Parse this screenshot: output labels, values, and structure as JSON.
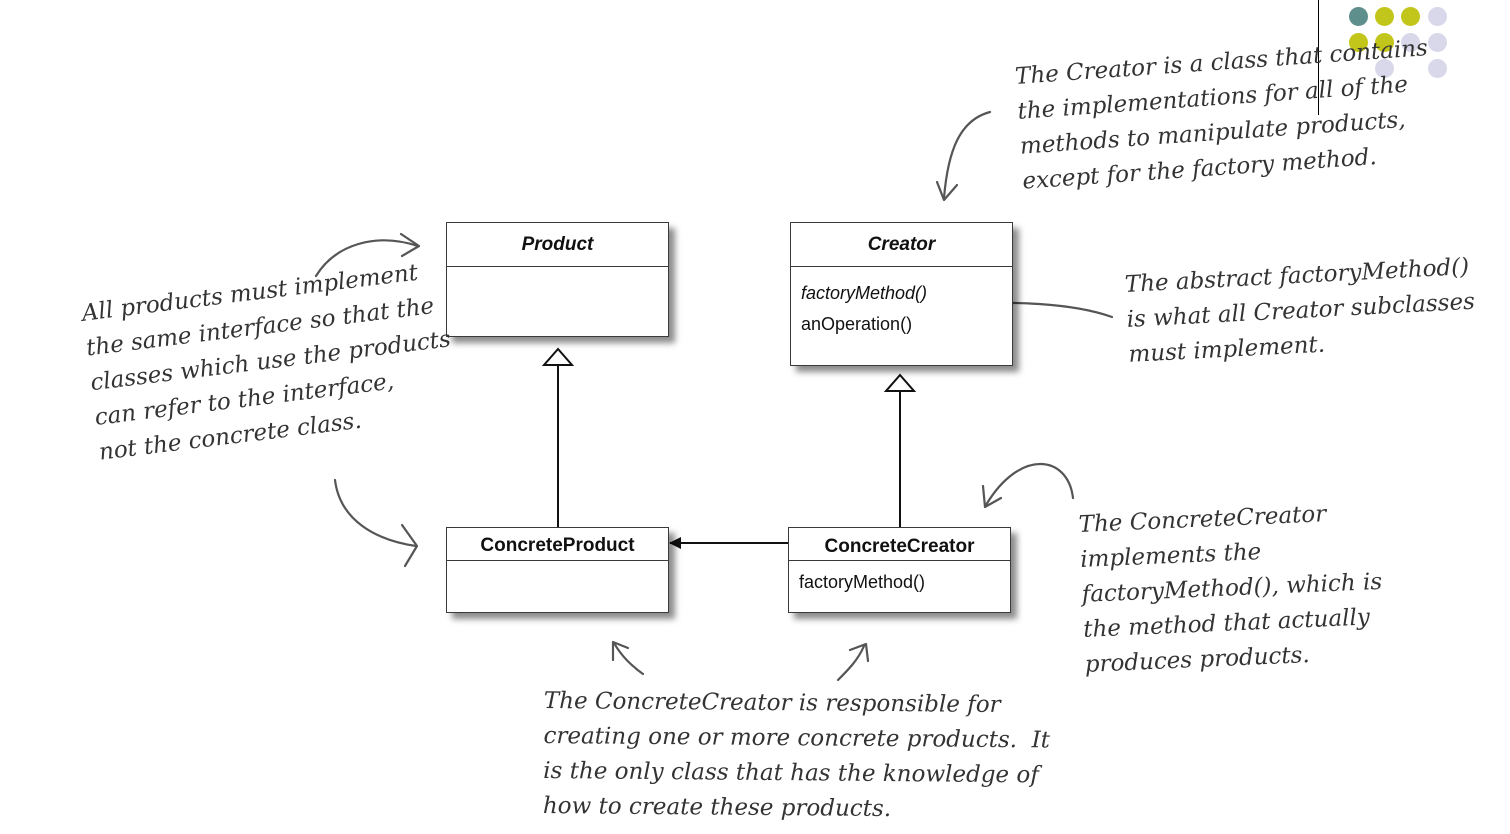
{
  "classes": {
    "product": {
      "name": "Product"
    },
    "creator": {
      "name": "Creator",
      "methods": [
        "factoryMethod()",
        "anOperation()"
      ]
    },
    "concrete_product": {
      "name": "ConcreteProduct"
    },
    "concrete_creator": {
      "name": "ConcreteCreator",
      "methods": [
        "factoryMethod()"
      ]
    }
  },
  "notes": {
    "creator_note": "The Creator is a class that contains\nthe implementations for all of the\nmethods to manipulate products,\nexcept for the factory method.",
    "product_note": "All products must implement\nthe same interface so that the\nclasses which use the products\ncan refer to the interface,\nnot the concrete class.",
    "abstract_note": "The abstract factoryMethod()\nis what all Creator subclasses\nmust implement.",
    "concrete_creator_note": "The ConcreteCreator\nimplements the\nfactoryMethod(), which is\nthe method that actually\nproduces products.",
    "bottom_note": "The ConcreteCreator is responsible for\ncreating one or more concrete products.  It\nis the only class that has the knowledge of\nhow to create these products."
  },
  "colors": {
    "teal": "#5f8f8c",
    "olive": "#c3c61a",
    "lavender": "#d8d8ea",
    "line": "#000000"
  }
}
